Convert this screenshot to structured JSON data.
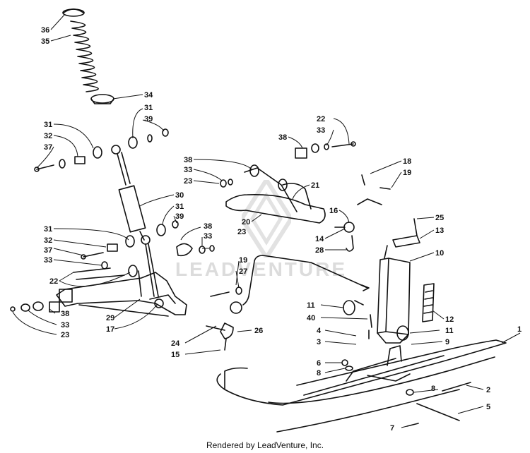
{
  "watermark": "LEADVENTURE",
  "footer": "Rendered by LeadVenture, Inc.",
  "callouts": [
    {
      "id": "c36",
      "text": "36"
    },
    {
      "id": "c35",
      "text": "35"
    },
    {
      "id": "c34",
      "text": "34"
    },
    {
      "id": "c31a",
      "text": "31"
    },
    {
      "id": "c39a",
      "text": "39"
    },
    {
      "id": "c31b",
      "text": "31"
    },
    {
      "id": "c32a",
      "text": "32"
    },
    {
      "id": "c37a",
      "text": "37"
    },
    {
      "id": "c22a",
      "text": "22"
    },
    {
      "id": "c33a",
      "text": "33"
    },
    {
      "id": "c38a",
      "text": "38"
    },
    {
      "id": "c38b",
      "text": "38"
    },
    {
      "id": "c33b",
      "text": "33"
    },
    {
      "id": "c23a",
      "text": "23"
    },
    {
      "id": "c30",
      "text": "30"
    },
    {
      "id": "c31c",
      "text": "31"
    },
    {
      "id": "c39b",
      "text": "39"
    },
    {
      "id": "c21",
      "text": "21"
    },
    {
      "id": "c20",
      "text": "20"
    },
    {
      "id": "c18",
      "text": "18"
    },
    {
      "id": "c19a",
      "text": "19"
    },
    {
      "id": "c16",
      "text": "16"
    },
    {
      "id": "c14",
      "text": "14"
    },
    {
      "id": "c28",
      "text": "28"
    },
    {
      "id": "c25",
      "text": "25"
    },
    {
      "id": "c13",
      "text": "13"
    },
    {
      "id": "c10",
      "text": "10"
    },
    {
      "id": "c31d",
      "text": "31"
    },
    {
      "id": "c32b",
      "text": "32"
    },
    {
      "id": "c37b",
      "text": "37"
    },
    {
      "id": "c33c",
      "text": "33"
    },
    {
      "id": "c38c",
      "text": "38"
    },
    {
      "id": "c33d",
      "text": "33"
    },
    {
      "id": "c23b",
      "text": "23"
    },
    {
      "id": "c22b",
      "text": "22"
    },
    {
      "id": "c19b",
      "text": "19"
    },
    {
      "id": "c27",
      "text": "27"
    },
    {
      "id": "c29",
      "text": "29"
    },
    {
      "id": "c17",
      "text": "17"
    },
    {
      "id": "c38d",
      "text": "38"
    },
    {
      "id": "c33e",
      "text": "33"
    },
    {
      "id": "c23c",
      "text": "23"
    },
    {
      "id": "c11a",
      "text": "11"
    },
    {
      "id": "c40",
      "text": "40"
    },
    {
      "id": "c12",
      "text": "12"
    },
    {
      "id": "c4",
      "text": "4"
    },
    {
      "id": "c3",
      "text": "3"
    },
    {
      "id": "c11b",
      "text": "11"
    },
    {
      "id": "c9",
      "text": "9"
    },
    {
      "id": "c24",
      "text": "24"
    },
    {
      "id": "c26",
      "text": "26"
    },
    {
      "id": "c15",
      "text": "15"
    },
    {
      "id": "c6",
      "text": "6"
    },
    {
      "id": "c8a",
      "text": "8"
    },
    {
      "id": "c8b",
      "text": "8"
    },
    {
      "id": "c1",
      "text": "1"
    },
    {
      "id": "c2",
      "text": "2"
    },
    {
      "id": "c5",
      "text": "5"
    },
    {
      "id": "c7",
      "text": "7"
    }
  ]
}
